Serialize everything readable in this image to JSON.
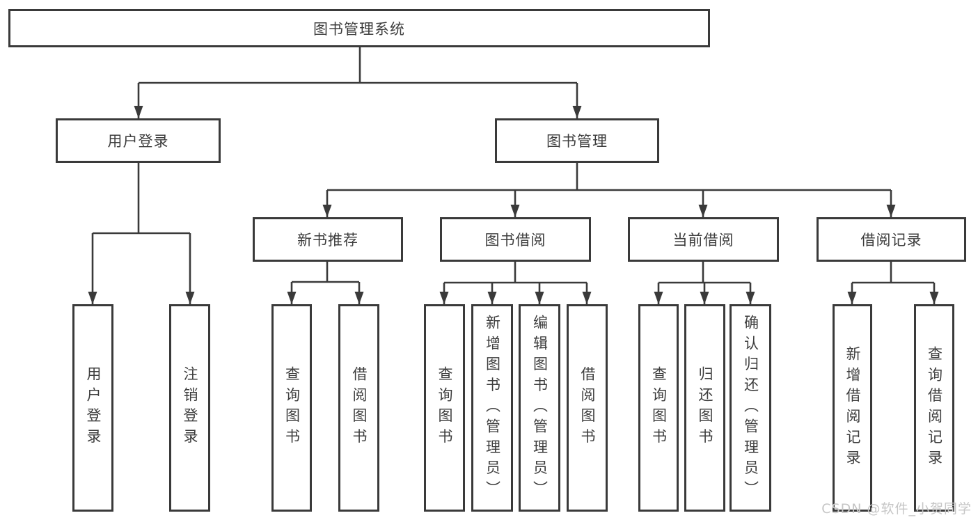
{
  "diagram_type": "hierarchy-tree",
  "colors": {
    "line": "#3a3a3a",
    "box_border": "#3a3a3a",
    "box_fill": "#ffffff",
    "text": "#3d3d3d",
    "watermark": "#c6c6c6",
    "background": "#ffffff"
  },
  "tree": {
    "label": "图书管理系统",
    "children": [
      {
        "label": "用户登录",
        "children": [
          {
            "label": "用户登录"
          },
          {
            "label": "注销登录"
          }
        ]
      },
      {
        "label": "图书管理",
        "children": [
          {
            "label": "新书推荐",
            "children": [
              {
                "label": "查询图书"
              },
              {
                "label": "借阅图书"
              }
            ]
          },
          {
            "label": "图书借阅",
            "children": [
              {
                "label": "查询图书"
              },
              {
                "label": "新增图书（管理员）"
              },
              {
                "label": "编辑图书（管理员）"
              },
              {
                "label": "借阅图书"
              }
            ]
          },
          {
            "label": "当前借阅",
            "children": [
              {
                "label": "查询图书"
              },
              {
                "label": "归还图书"
              },
              {
                "label": "确认归还（管理员）"
              }
            ]
          },
          {
            "label": "借阅记录",
            "children": [
              {
                "label": "新增借阅记录"
              },
              {
                "label": "查询借阅记录"
              }
            ]
          }
        ]
      }
    ]
  },
  "watermark": {
    "text": "CSDN @软件_小贺同学"
  }
}
